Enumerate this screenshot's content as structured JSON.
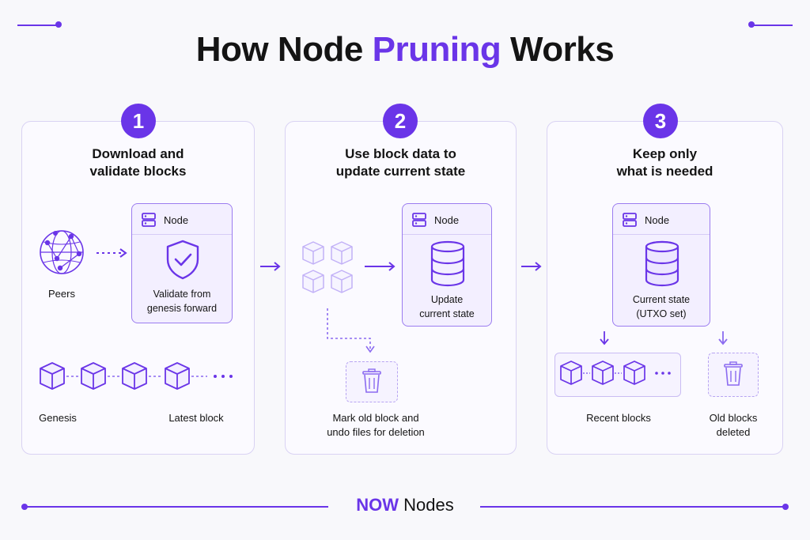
{
  "title": {
    "part1": "How Node ",
    "highlight": "Pruning",
    "part2": " Works"
  },
  "steps": [
    {
      "number": "1",
      "title_line1": "Download and",
      "title_line2": "validate blocks",
      "node_label": "Node",
      "node_text_line1": "Validate from",
      "node_text_line2": "genesis forward",
      "peers_label": "Peers",
      "chain_start_label": "Genesis",
      "chain_end_label": "Latest block"
    },
    {
      "number": "2",
      "title_line1": "Use block data to",
      "title_line2": "update current state",
      "node_label": "Node",
      "node_text_line1": "Update",
      "node_text_line2": "current state",
      "delete_label_line1": "Mark old block and",
      "delete_label_line2": "undo files for deletion"
    },
    {
      "number": "3",
      "title_line1": "Keep only",
      "title_line2": "what is needed",
      "node_label": "Node",
      "node_text_line1": "Current state",
      "node_text_line2": "(UTXO set)",
      "recent_label": "Recent blocks",
      "deleted_label_line1": "Old blocks",
      "deleted_label_line2": "deleted"
    }
  ],
  "footer": {
    "brand_bold": "NOW",
    "brand_rest": " Nodes"
  },
  "colors": {
    "accent": "#6a35e8",
    "light_accent": "#f3efff",
    "border": "#d9d2f3"
  },
  "icons": [
    "network-globe-icon",
    "server-icon",
    "shield-check-icon",
    "cube-icon",
    "database-icon",
    "trash-icon",
    "arrow-right-icon",
    "arrow-down-icon"
  ]
}
